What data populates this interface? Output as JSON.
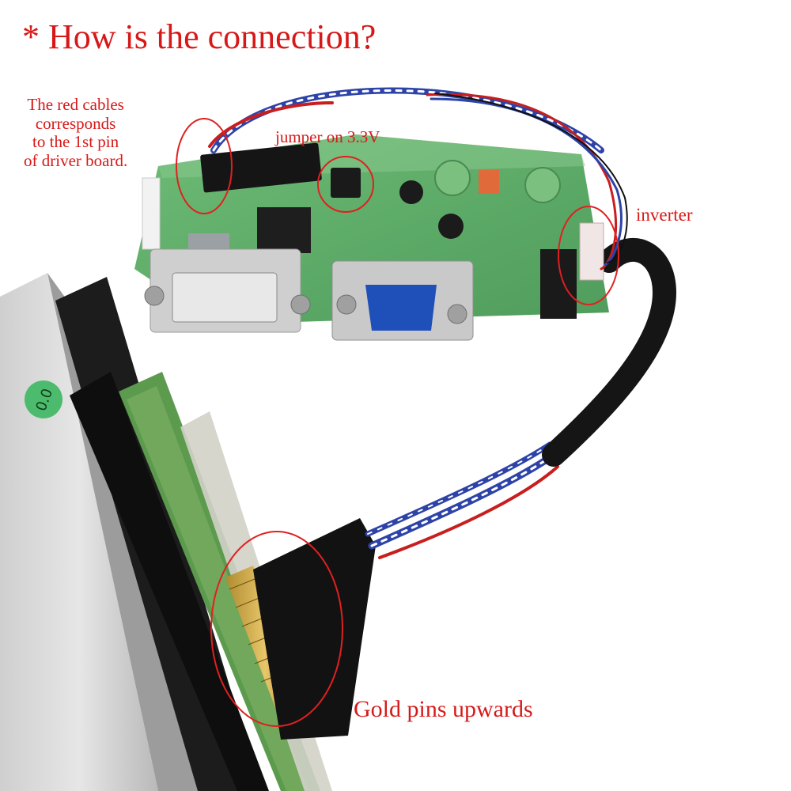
{
  "heading": "* How is the connection?",
  "notes": {
    "red_cables": [
      "The red cables",
      "corresponds",
      "to the 1st pin",
      "of driver board."
    ],
    "jumper": "jumper on 3.3V",
    "inverter": "inverter",
    "gold_pins": "Gold pins upwards"
  },
  "panel_sticker": "0.0",
  "colors": {
    "annotation_text": "#d81818",
    "annotation_ring": "#e02020",
    "pcb": "#5fae6a",
    "vga_connector": "#1f4fb8",
    "cable": "#111111",
    "background": "#ffffff"
  }
}
